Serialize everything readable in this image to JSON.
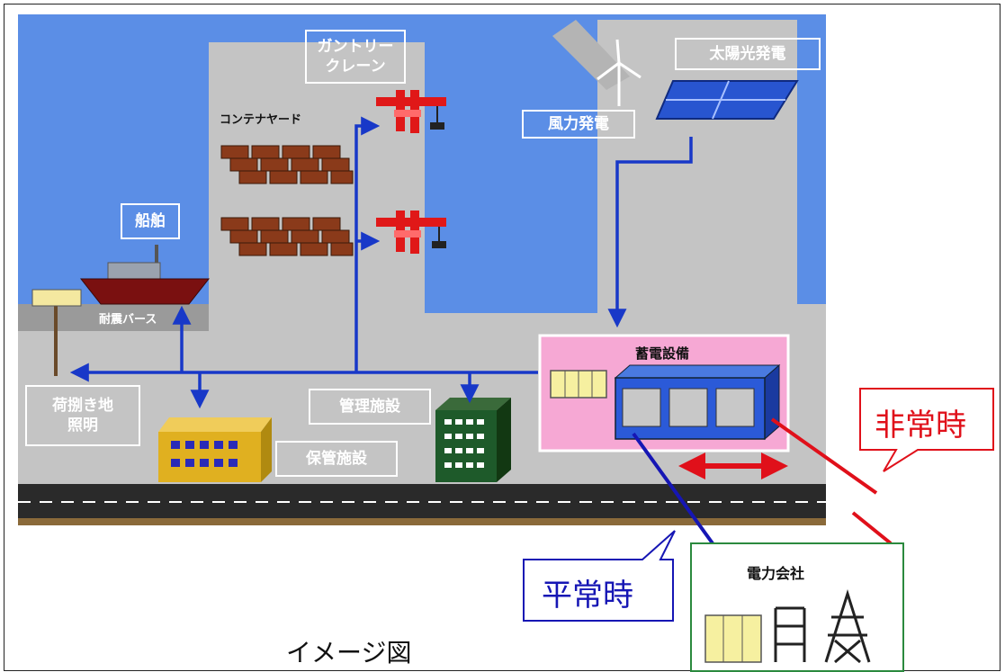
{
  "labels": {
    "gantry_crane": "ガントリー\nクレーン",
    "container_yard": "コンテナヤード",
    "wind_power": "風力発電",
    "solar_power": "太陽光発電",
    "ship": "船舶",
    "quake_berth": "耐震バース",
    "yard_lighting": "荷捌き地\n照明",
    "management_facility": "管理施設",
    "storage_facility": "保管施設",
    "battery_storage": "蓄電設備",
    "power_company": "電力会社",
    "emergency": "非常時",
    "normal": "平常時",
    "figure_caption": "イメージ図"
  },
  "colors": {
    "sea": "#5b8ee6",
    "land": "#c4c4c4",
    "flow_line": "#1838c8",
    "emergency_red": "#e0101a",
    "normal_blue": "#1616b4",
    "battery_panel": "#f6a8d4",
    "power_box_border": "#2b8a3e"
  }
}
